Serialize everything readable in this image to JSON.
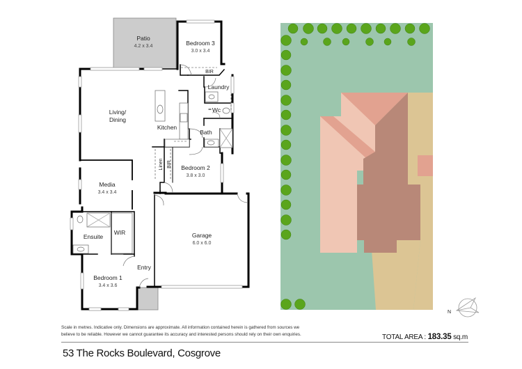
{
  "floor_plan": {
    "rooms": [
      {
        "id": "patio",
        "name": "Patio",
        "dimensions": "4.2 x 3.4"
      },
      {
        "id": "bedroom-3",
        "name": "Bedroom 3",
        "dimensions": "3.0 x 3.4"
      },
      {
        "id": "bir-3",
        "name": "BIR",
        "dimensions": ""
      },
      {
        "id": "laundry",
        "name": "Laundry",
        "dimensions": ""
      },
      {
        "id": "wc",
        "name": "Wc",
        "dimensions": ""
      },
      {
        "id": "living-dining",
        "name": "Living/\nDining",
        "name_line1": "Living/",
        "name_line2": "Dining",
        "dimensions": ""
      },
      {
        "id": "kitchen",
        "name": "Kitchen",
        "dimensions": ""
      },
      {
        "id": "bath",
        "name": "Bath",
        "dimensions": ""
      },
      {
        "id": "linen",
        "name": "Linen",
        "dimensions": ""
      },
      {
        "id": "bir-2",
        "name": "BIR",
        "dimensions": ""
      },
      {
        "id": "bedroom-2",
        "name": "Bedroom 2",
        "dimensions": "3.8 x 3.0"
      },
      {
        "id": "media",
        "name": "Media",
        "dimensions": "3.4 x 3.4"
      },
      {
        "id": "ensuite",
        "name": "Ensuite",
        "dimensions": ""
      },
      {
        "id": "wir",
        "name": "WIR",
        "dimensions": ""
      },
      {
        "id": "garage",
        "name": "Garage",
        "dimensions": "6.0 x 6.0"
      },
      {
        "id": "entry",
        "name": "Entry",
        "dimensions": ""
      },
      {
        "id": "bedroom-1",
        "name": "Bedroom 1",
        "dimensions": "3.4 x 3.6"
      }
    ]
  },
  "site_plan": {
    "colors": {
      "lawn": "#9cc6ad",
      "roof_light": "#f0c6b4",
      "roof_mid": "#e2a290",
      "roof_dark": "#b88878",
      "driveway": "#dcc594",
      "tree": "#5aa51c"
    },
    "compass_label": "N"
  },
  "footer": {
    "disclaimer_line1": "Scale in metres. Indicative only. Dimensions are approximate. All information contained herein is gathered from sources we",
    "disclaimer_line2": "believe to be reliable. However we cannot guarantee its accuracy and interested persons should rely on their own enquiries.",
    "total_area_label": "TOTAL AREA : ",
    "total_area_value": "183.35",
    "total_area_unit": " sq.m",
    "address": "53 The Rocks Boulevard, Cosgrove"
  }
}
